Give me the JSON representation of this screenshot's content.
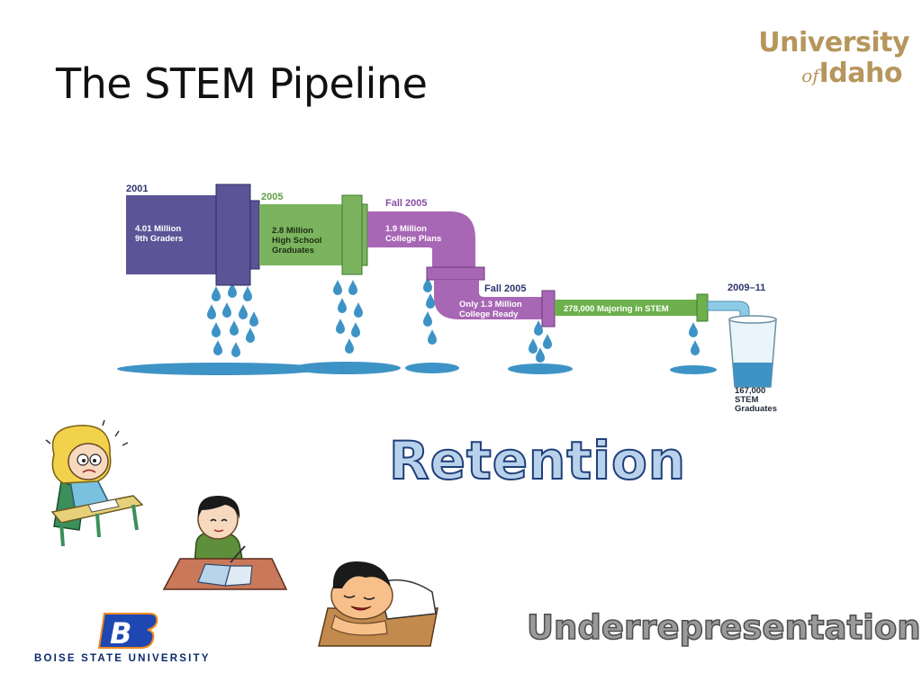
{
  "slide": {
    "title": "The STEM Pipeline",
    "logo_top": {
      "line1": "University",
      "of": "of",
      "idaho": "Idaho"
    },
    "logo_bottom": {
      "letter": "B",
      "name": "BOISE STATE UNIVERSITY"
    },
    "retention": "Retention",
    "underrepresentation": "Underrepresentation"
  },
  "pipeline": {
    "stages": [
      {
        "year": "2001",
        "line1": "4.01 Million",
        "line2": "9th Graders",
        "line3": ""
      },
      {
        "year": "2005",
        "line1": "2.8 Million",
        "line2": "High School",
        "line3": "Graduates"
      },
      {
        "year": "Fall 2005",
        "line1": "1.9 Million",
        "line2": "College Plans",
        "line3": ""
      },
      {
        "year": "Fall 2005",
        "line1": "Only 1.3 Million",
        "line2": "College Ready",
        "line3": ""
      },
      {
        "year": "",
        "line1": "278,000 Majoring in STEM",
        "line2": "",
        "line3": ""
      }
    ],
    "end": {
      "year": "2009–11",
      "line1": "167,000",
      "line2": "STEM",
      "line3": "Graduates"
    }
  },
  "colors": {
    "purple": "#5b5497",
    "green": "#7cb35e",
    "violet": "#a867b5",
    "pool": "#3e93c6",
    "green_year": "#5f9e45",
    "violet_year": "#8a4ea6",
    "navy": "#2f3470",
    "teal": "#2f6f73"
  }
}
